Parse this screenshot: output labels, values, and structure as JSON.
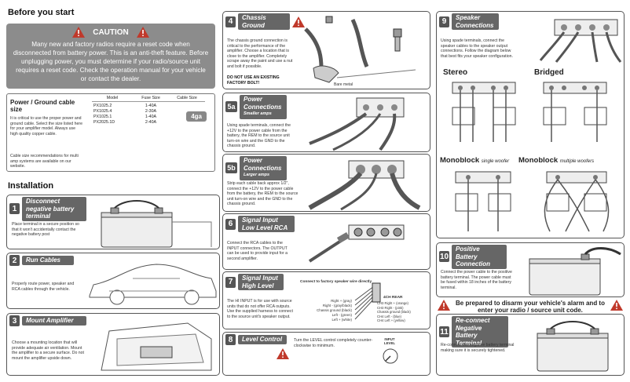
{
  "before_you_start": "Before you start",
  "caution": {
    "title": "CAUTION",
    "text": "Many new and factory radios require a reset code when disconnected from battery power. This is an anti-theft feature. Before unplugging power, you must determine if your radio/source unit requires a reset code. Check the operation manual for your vehicle or contact the dealer."
  },
  "power_ground": {
    "title": "Power / Ground cable size",
    "desc": "It is critical to use the proper power and ground cable. Select the size listed here for your amplifier model. Always use high quality copper cable.",
    "note": "Cable size recommendations for multi amp systems are available on our website.",
    "headers": [
      "Model",
      "Fuse Size",
      "Cable Size"
    ],
    "rows": [
      {
        "model": "PX1025.2",
        "fuse": "1-40A"
      },
      {
        "model": "PX1025.4",
        "fuse": "2-30A"
      },
      {
        "model": "PX1025.1",
        "fuse": "1-40A"
      },
      {
        "model": "PX2025.1D",
        "fuse": "2-40A"
      }
    ],
    "cable": "4ga"
  },
  "installation": "Installation",
  "steps": {
    "s1": {
      "num": "1",
      "title": "Disconnect negative battery terminal",
      "text": "Place terminal in a secure position so that it won't accidentally contact the negative battery post"
    },
    "s2": {
      "num": "2",
      "title": "Run Cables",
      "text": "Properly route power, speaker and RCA cables through the vehicle."
    },
    "s3": {
      "num": "3",
      "title": "Mount Amplifier",
      "text": "Choose a mounting location that will provide adequate air ventilation. Mount the amplifier to a secure surface. Do not mount the amplifier upside down."
    },
    "s4": {
      "num": "4",
      "title": "Chassis Ground",
      "text": "The chassis ground connection is critical to the performance of the amplifier. Choose a location that is close to the amplifier. Completely scrape away the paint and use a nut and bolt if possible.",
      "warn": "DO NOT USE AN EXISTING FACTORY BOLT!",
      "label": "Bare metal"
    },
    "s5a": {
      "num": "5a",
      "title": "Power Connections",
      "sub": "Smaller amps",
      "text": "Using spade terminals, connect the +12V to the power cable from the battery, the REM to the source unit turn-on wire and the GND to the chassis ground."
    },
    "s5b": {
      "num": "5b",
      "title": "Power Connections",
      "sub": "Larger amps",
      "text": "Strip each cable back approx 1/2\", connect the +12V to the power cable from the battery, the REM to the source unit turn-on wire and the GND to the chassis ground."
    },
    "s6": {
      "num": "6",
      "title": "Signal Input Low Level RCA",
      "text": "Connect the RCA cables to the INPUT connectors. The OUTPUT can be used to provide input for a second amplifier."
    },
    "s7": {
      "num": "7",
      "title": "Signal Input High Level",
      "text": "The HI INPUT is for use with source units that do not offer RCA outputs. Use the supplied harness to connect to the source unit's speaker output.",
      "diagram_title": "Connect to factory speaker wire directly",
      "labels_left": [
        "Right + (gray)",
        "Right - (gray/black)",
        "Chassis ground (black)",
        "Left - (green)",
        "Left + (white)"
      ],
      "rear_title": "4CH REAR",
      "labels_right": [
        "CH3 Right + (orange)",
        "CH3 Right - (pink)",
        "Chassis ground (black)",
        "CH4 Left - (blue)",
        "CH4 Left + (yellow)"
      ]
    },
    "s8": {
      "num": "8",
      "title": "Level Control",
      "text": "Turn the LEVEL control completely counter-clockwise to minimum.",
      "knob_label": "INPUT LEVEL"
    },
    "s9": {
      "num": "9",
      "title": "Speaker Connections",
      "text": "Using spade terminals, connect the speaker cables to the speaker output connections. Follow the diagram below that best fits your speaker configuration.",
      "stereo": "Stereo",
      "bridged": "Bridged",
      "mono1": "Monoblock",
      "mono1_sub": "single woofer",
      "mono2": "Monoblock",
      "mono2_sub": "multiple woofers"
    },
    "s10": {
      "num": "10",
      "title": "Positive Battery Connection",
      "text": "Connect the power cable to the positive battery terminal. The power cable must be fused within 18 inches of the battery terminal."
    },
    "s11": {
      "num": "11",
      "title": "Re-connect Negative Battery Terminal",
      "text": "Re-connect the negative battery terminal making sure it is securely tightened."
    }
  },
  "alarm_warning": "Be prepared to disarm your vehicle's alarm and to enter your radio / source unit code."
}
